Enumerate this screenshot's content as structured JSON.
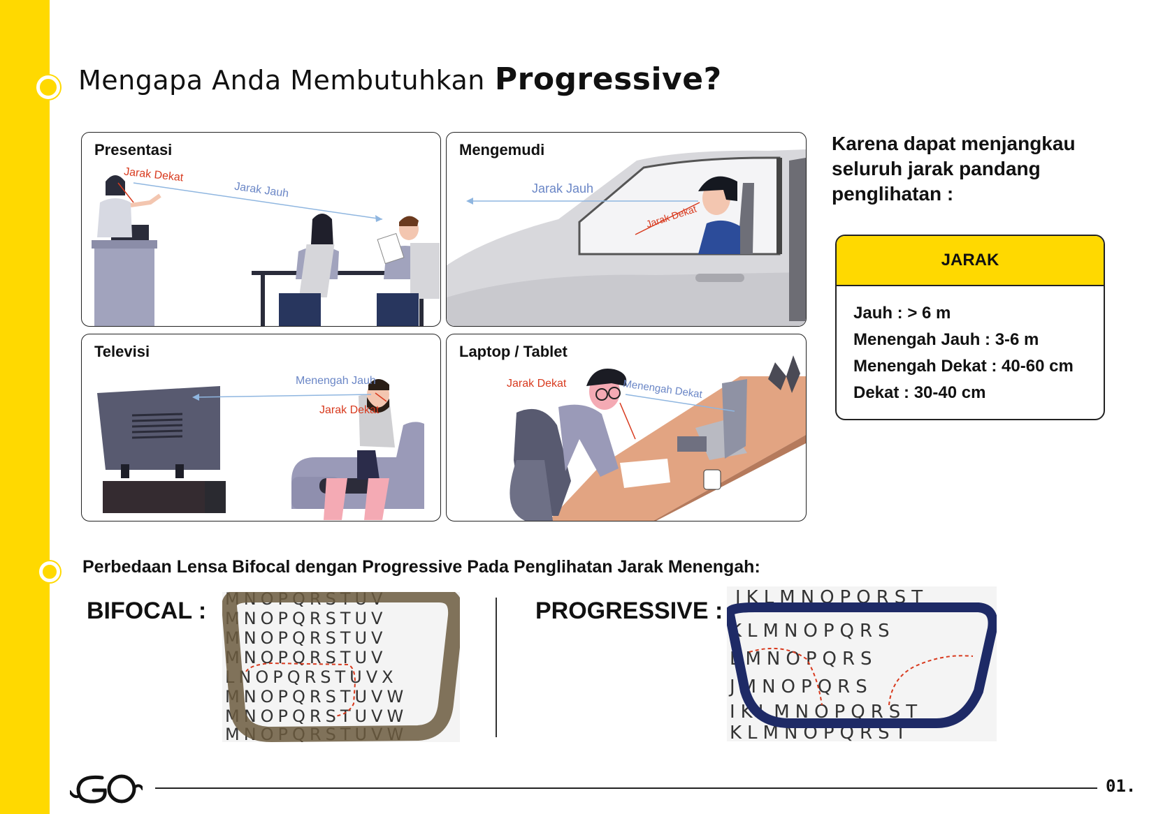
{
  "title": {
    "light": "Mengapa Anda Membutuhkan",
    "bold": "Progressive?"
  },
  "panels": {
    "presentasi": {
      "label": "Presentasi",
      "near": "Jarak Dekat",
      "far": "Jarak Jauh"
    },
    "mengemudi": {
      "label": "Mengemudi",
      "far": "Jarak Jauh",
      "near": "Jarak Dekat"
    },
    "televisi": {
      "label": "Televisi",
      "mid": "Menengah Jauh",
      "near": "Jarak Dekat"
    },
    "laptop": {
      "label": "Laptop / Tablet",
      "near": "Jarak Dekat",
      "mid": "Menengah Dekat"
    }
  },
  "reason": "Karena dapat menjangkau seluruh jarak pandang penglihatan :",
  "jarak": {
    "header": "JARAK",
    "items": [
      "Jauh : > 6 m",
      "Menengah Jauh : 3-6 m",
      "Menengah Dekat : 40-60 cm",
      "Dekat : 30-40 cm"
    ]
  },
  "comparison": {
    "heading": "Perbedaan Lensa Bifocal dengan Progressive Pada Penglihatan Jarak Menengah:",
    "bifocal_label": "BIFOCAL :",
    "progressive_label": "PROGRESSIVE :"
  },
  "footer": {
    "logo": "GO",
    "page": "01."
  },
  "colors": {
    "accent": "#FFD900",
    "near_label": "#d83a1e",
    "far_label": "#6a86c6"
  }
}
